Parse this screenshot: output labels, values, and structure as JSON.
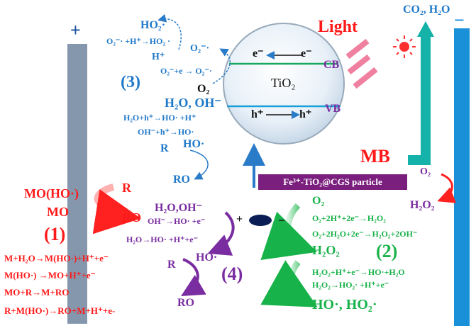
{
  "electrodes": {
    "plus_sign": "+",
    "minus_sign": "−"
  },
  "particle_label": "Fe³⁺-TiO₂@CGS particle",
  "tio2": {
    "label": "TiO₂",
    "cb": "CB",
    "vb": "VB",
    "cb_left": "e⁻",
    "cb_right": "e⁻",
    "vb_left": "h⁺",
    "vb_right": "h⁺"
  },
  "light": "Light",
  "mb": "MB",
  "products": "CO₂, H₂O",
  "region3": {
    "num": "(3)",
    "ho2": "HO₂·",
    "eq1": "O₂⁻· +H⁺→HO₂ ·",
    "o2rad": "O₂⁻·",
    "hplus": "H⁺",
    "eq2": "O₂⁻+e → O₂⁻·",
    "o2": "O₂",
    "h2o_oh": "H₂O,  OH⁻",
    "eq3": "H₂O+h⁺→HO· +H⁺",
    "eq4": "OH⁻+h⁺→HO·",
    "r": "R",
    "ho": "HO·",
    "ro": "RO"
  },
  "region1": {
    "num": "(1)",
    "mo_ho": "MO(HO·)",
    "mo": "MO",
    "r": "R",
    "ro": "RO",
    "eq1": "M+H₂O→M(HO·)+H⁺+e⁻",
    "eq2": "M(HO·) →MO+H⁺+e⁻",
    "eq3": "MO+R→M+RO",
    "eq4": "R+M(HO·)→RO+M+H⁺+e-"
  },
  "region4": {
    "num": "(4)",
    "h2o_oh": "H₂O,OH⁻",
    "eq1": "OH⁻→HO· +e⁻",
    "eq2": "H₂O→HO· +H⁺+e⁻",
    "ho": "HO·",
    "r": "R",
    "ro": "RO",
    "plus": "+"
  },
  "region2": {
    "num": "(2)",
    "o2": "O₂",
    "eq1": "O₂+2H⁺+2e⁻→H₂O₂",
    "eq2": "O₂+2H₂O+2e⁻→H₂O₂+2OH⁻",
    "h2o2": "H₂O₂",
    "eq3": "H₂O₂+H⁺+e⁻→HO·+H₂O",
    "eq4": "H₂O₂→HO₂· +H⁺+e⁻",
    "final": "HO·, HO₂·",
    "minus": "−"
  },
  "side": {
    "o2": "O₂",
    "h2o2": "H₂O₂"
  }
}
